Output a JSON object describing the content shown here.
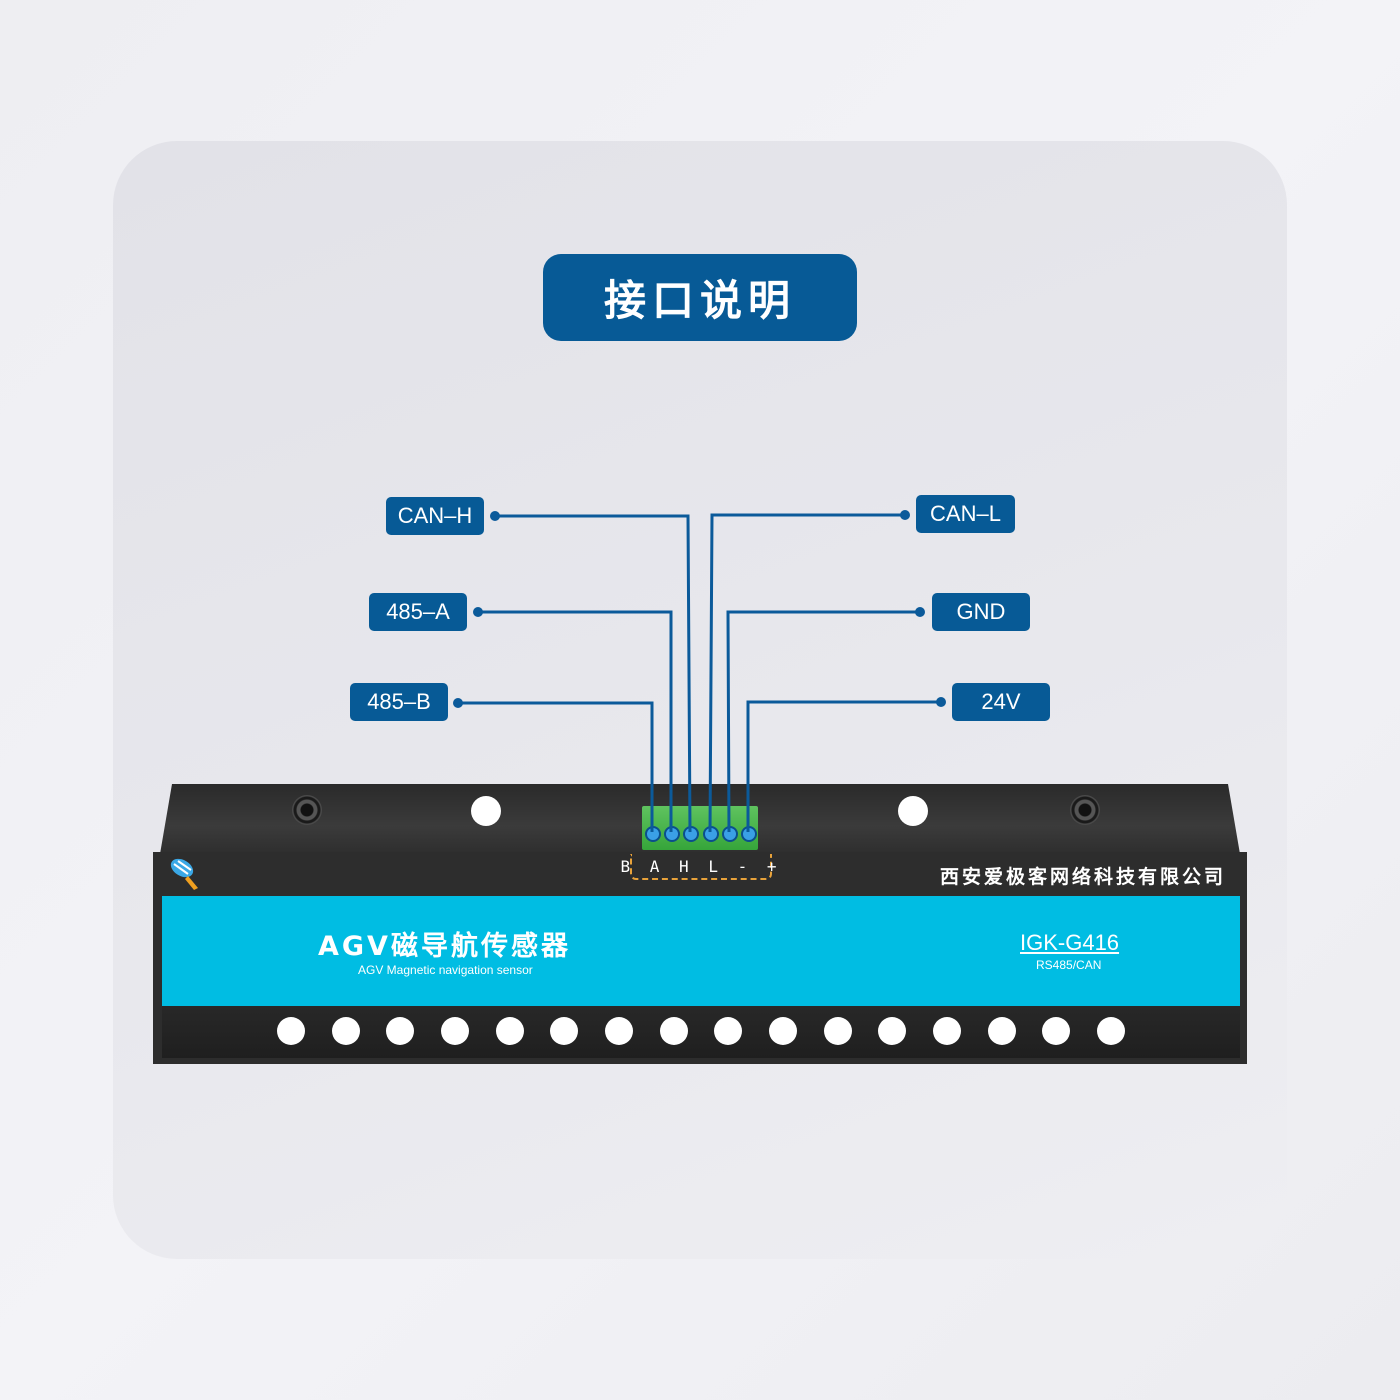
{
  "title": "接口说明",
  "pins": [
    {
      "id": "can-h",
      "label": "CAN–H"
    },
    {
      "id": "485-a",
      "label": "485–A"
    },
    {
      "id": "485-b",
      "label": "485–B"
    },
    {
      "id": "can-l",
      "label": "CAN–L"
    },
    {
      "id": "gnd",
      "label": "GND"
    },
    {
      "id": "24v",
      "label": "24V"
    }
  ],
  "terminal_letters": "B A H L - +",
  "device": {
    "company": "西安爱极客网络科技有限公司",
    "product_name": "AGV磁导航传感器",
    "product_subtitle": "AGV Magnetic navigation sensor",
    "model": "IGK-G416",
    "model_interfaces": "RS485/CAN",
    "sensor_hole_count": 16
  },
  "colors": {
    "label_blue": "#075a96",
    "wire_blue": "#0b5a9a",
    "strip_cyan": "#00bde3",
    "terminal_green": "#36a53a",
    "dashed_outline": "#e8a23a"
  }
}
